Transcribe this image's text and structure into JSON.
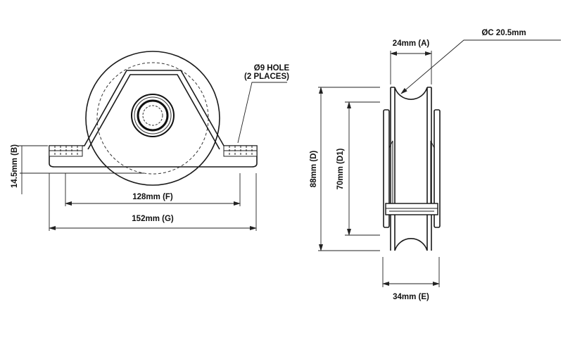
{
  "front_view": {
    "hole_label_line1": "Ø9 HOLE",
    "hole_label_line2": "(2 PLACES)",
    "dim_b": "14.5mm (B)",
    "dim_f": "128mm (F)",
    "dim_g": "152mm (G)"
  },
  "side_view": {
    "dim_a": "24mm (A)",
    "dim_c": "ØC 20.5mm",
    "dim_d": "88mm (D)",
    "dim_d1": "70mm (D1)",
    "dim_e": "34mm (E)"
  }
}
